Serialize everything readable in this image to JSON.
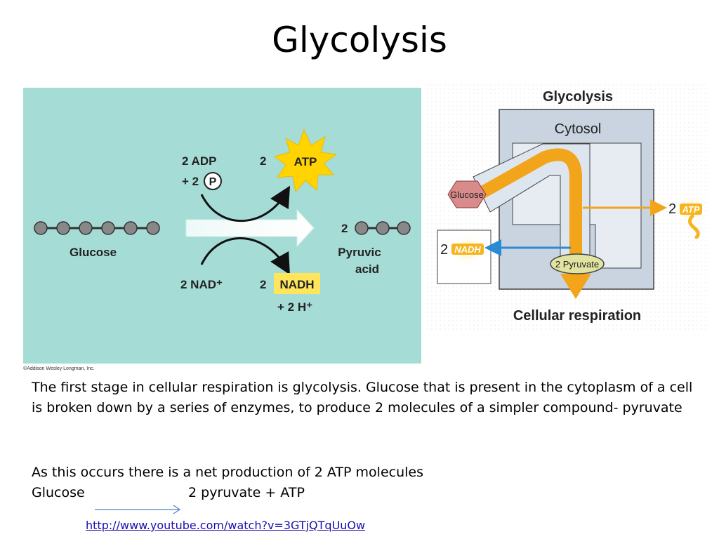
{
  "slide": {
    "title": "Glycolysis",
    "paragraph1": "The first stage in cellular respiration is glycolysis. Glucose that is present in the cytoplasm of a cell is broken down by a series of enzymes, to produce 2 molecules of a simpler compound- pyruvate",
    "paragraph2": "As this occurs there is a net production of 2 ATP molecules",
    "equation_left": "Glucose",
    "equation_right": "2 pyruvate + ATP",
    "link": "http://www.youtube.com/watch?v=3GTjQTqUuOw"
  },
  "left_diagram": {
    "adp": "2  ADP",
    "plus_p_prefix": "+ 2",
    "p": "P",
    "atp_count": "2",
    "atp": "ATP",
    "glucose": "Glucose",
    "pyruvic_count": "2",
    "pyruvic1": "Pyruvic",
    "pyruvic2": "acid",
    "nad": "2  NAD⁺",
    "nadh_count": "2",
    "nadh": "NADH",
    "h": "+ 2 H⁺",
    "credit": "©Addison Wesley Longman, Inc.",
    "colors": {
      "background": "#a6dcd6",
      "atp_star": "#ffd400",
      "nadh_box": "#ffe55c"
    }
  },
  "right_diagram": {
    "title": "Glycolysis",
    "cytosol": "Cytosol",
    "glucose": "Glucose",
    "atp_count": "2",
    "atp": "ATP",
    "nadh_count": "2",
    "nadh": "NADH",
    "pyruvate": "2 Pyruvate",
    "cellular": "Cellular respiration",
    "colors": {
      "orange": "#f2a51a",
      "blue": "#2a8ad4",
      "glucose": "#d98a8a",
      "cytosol": "#c9d4e0"
    }
  }
}
